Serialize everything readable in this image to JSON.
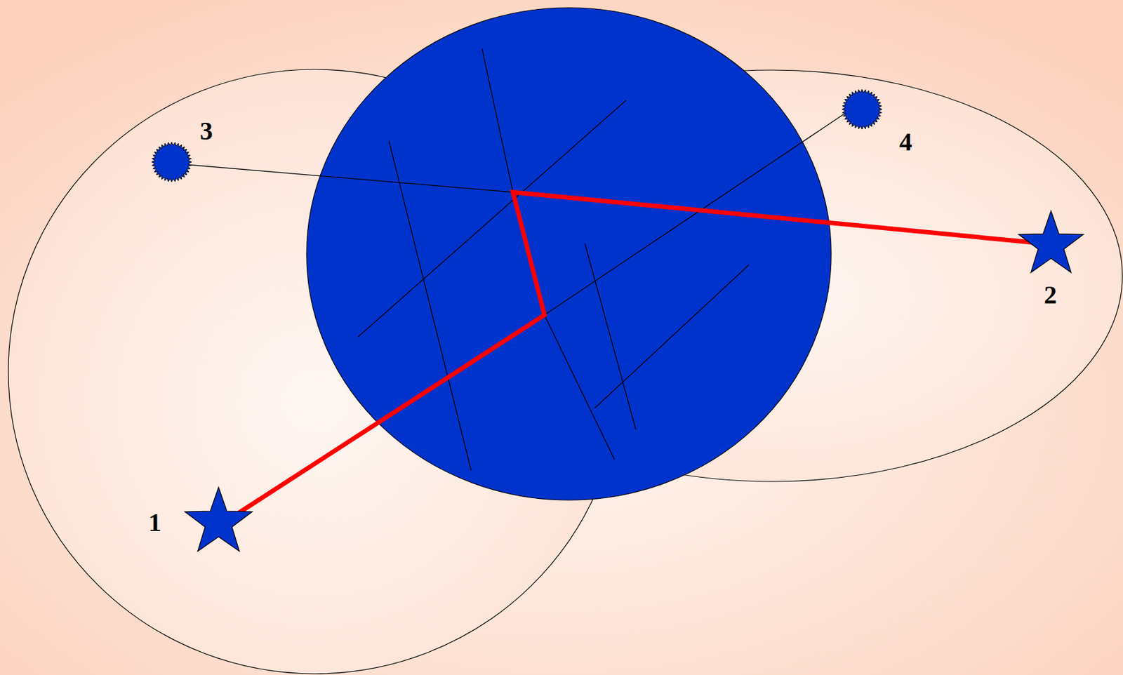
{
  "diagram": {
    "labels": [
      "1",
      "2",
      "3",
      "4"
    ]
  }
}
